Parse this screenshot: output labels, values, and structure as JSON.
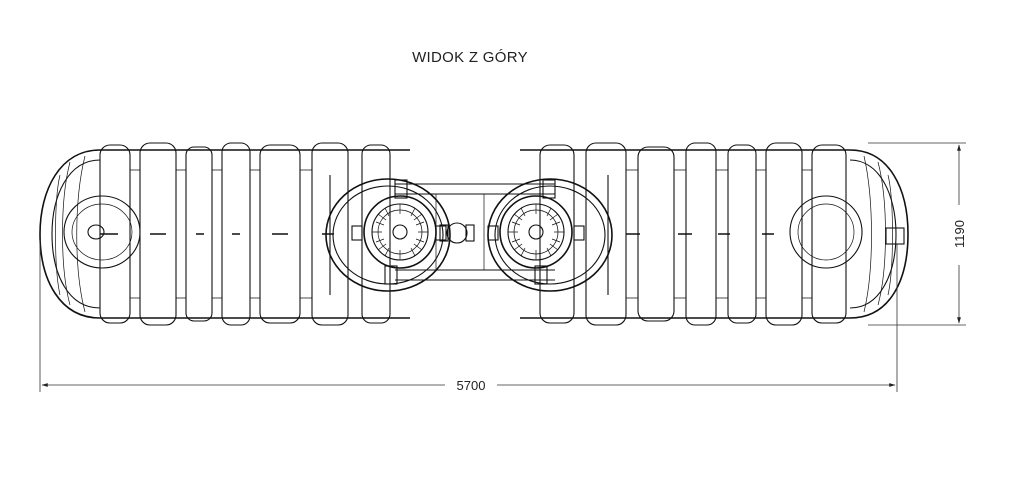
{
  "title": "WIDOK Z GÓRY",
  "dimensions": {
    "length": "5700",
    "width": "1190"
  },
  "colors": {
    "line": "#111111",
    "background": "#ffffff"
  }
}
